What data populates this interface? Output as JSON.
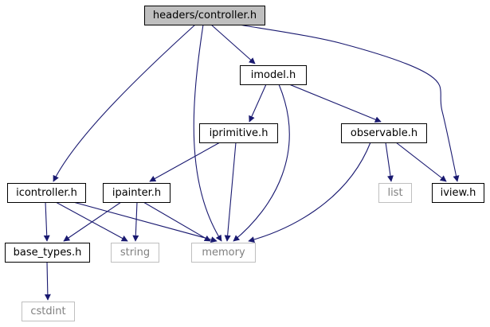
{
  "diagram": {
    "colors": {
      "edge": "#191970",
      "root_fill": "#bfbfbf",
      "node_border": "#000000",
      "external_border": "#bfbfbf",
      "external_text": "#808080",
      "text": "#000000"
    },
    "nodes": [
      {
        "id": "controller",
        "label": "headers/controller.h",
        "kind": "root"
      },
      {
        "id": "imodel",
        "label": "imodel.h",
        "kind": "local"
      },
      {
        "id": "iprimitive",
        "label": "iprimitive.h",
        "kind": "local"
      },
      {
        "id": "observable",
        "label": "observable.h",
        "kind": "local"
      },
      {
        "id": "icontroller",
        "label": "icontroller.h",
        "kind": "local"
      },
      {
        "id": "ipainter",
        "label": "ipainter.h",
        "kind": "local"
      },
      {
        "id": "list",
        "label": "list",
        "kind": "external"
      },
      {
        "id": "iview",
        "label": "iview.h",
        "kind": "local"
      },
      {
        "id": "base_types",
        "label": "base_types.h",
        "kind": "local"
      },
      {
        "id": "string",
        "label": "string",
        "kind": "external"
      },
      {
        "id": "memory",
        "label": "memory",
        "kind": "external"
      },
      {
        "id": "cstdint",
        "label": "cstdint",
        "kind": "external"
      }
    ],
    "edges": [
      {
        "from": "controller",
        "to": "imodel"
      },
      {
        "from": "controller",
        "to": "icontroller"
      },
      {
        "from": "controller",
        "to": "memory"
      },
      {
        "from": "controller",
        "to": "iview"
      },
      {
        "from": "imodel",
        "to": "iprimitive"
      },
      {
        "from": "imodel",
        "to": "observable"
      },
      {
        "from": "imodel",
        "to": "memory"
      },
      {
        "from": "iprimitive",
        "to": "ipainter"
      },
      {
        "from": "iprimitive",
        "to": "memory"
      },
      {
        "from": "observable",
        "to": "list"
      },
      {
        "from": "observable",
        "to": "iview"
      },
      {
        "from": "observable",
        "to": "memory"
      },
      {
        "from": "icontroller",
        "to": "base_types"
      },
      {
        "from": "icontroller",
        "to": "string"
      },
      {
        "from": "icontroller",
        "to": "memory"
      },
      {
        "from": "ipainter",
        "to": "base_types"
      },
      {
        "from": "ipainter",
        "to": "string"
      },
      {
        "from": "ipainter",
        "to": "memory"
      },
      {
        "from": "base_types",
        "to": "cstdint"
      }
    ]
  }
}
